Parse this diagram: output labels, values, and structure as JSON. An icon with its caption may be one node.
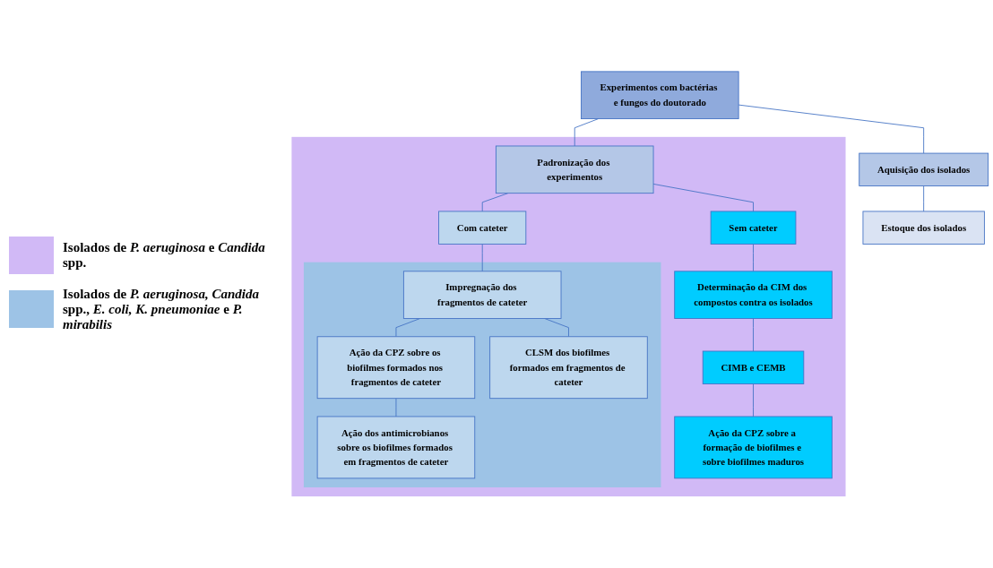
{
  "diagram": {
    "nodes": [
      {
        "text": [
          "Experimentos com bactérias e fungos do doutorado"
        ]
      },
      {
        "text": [
          "Aquisição dos isolados"
        ]
      },
      {
        "text": [],
        "shape": "box"
      },
      {
        "text": [
          "Padronização dos experimentos"
        ],
        "in": 2
      },
      {
        "text": [
          "Estoque dos isolados"
        ]
      },
      {
        "text": [
          "Sem cateter"
        ],
        "in": 2
      },
      {
        "text": [
          "Com cateter"
        ],
        "in": 2
      },
      {
        "text": [],
        "shape": "box",
        "in": 2
      },
      {
        "text": [
          "Determinação da CIM dos compostos contra os isolados"
        ],
        "in": 2
      },
      {
        "text": [
          "Impregnação dos fragmentos de cateter"
        ],
        "in": 7
      },
      {
        "text": [
          "CIMB e CEMB"
        ],
        "in": 2
      },
      {
        "text": [
          "Ação da CPZ sobre os biofilmes formados nos fragmentos de cateter"
        ],
        "in": 7
      },
      {
        "text": [
          "CLSM dos biofilmes formados em fragmentos de cateter"
        ],
        "in": 7
      },
      {
        "text": [
          "Ação da CPZ sobre a formação de biofilmes e sobre biofilmes maduros"
        ],
        "in": 2
      },
      {
        "text": [
          "Ação dos antimicrobianos sobre os biofilmes formados em fragmentos de cateter"
        ],
        "in": 7
      }
    ],
    "edges": [
      {
        "from": 0,
        "to": 1,
        "arrow": "none"
      },
      {
        "from": 0,
        "to": 3,
        "arrow": "none"
      },
      {
        "from": 1,
        "to": 4,
        "arrow": "none"
      },
      {
        "from": 3,
        "to": 5,
        "arrow": "none"
      },
      {
        "from": 3,
        "to": 6,
        "arrow": "none"
      },
      {
        "from": 5,
        "to": 8,
        "arrow": "none"
      },
      {
        "from": 8,
        "to": 10,
        "arrow": "none"
      },
      {
        "from": 10,
        "to": 13,
        "arrow": "none"
      },
      {
        "from": 6,
        "to": 9,
        "arrow": "none"
      },
      {
        "from": 9,
        "to": 11,
        "arrow": "none"
      },
      {
        "from": 9,
        "to": 12,
        "arrow": "none"
      },
      {
        "from": 11,
        "to": 14,
        "arrow": "none"
      }
    ],
    "legend": [
      {
        "text": "Isolados de *P. aeruginosa* e *Candida* spp.",
        "color": "#d1b9f6"
      },
      {
        "text": "Isolados de *P. aeruginosa, Candida* spp., *E. coli, K. pneumoniae* e *P. mirabilis*",
        "color": "#9dc3e6"
      }
    ]
  }
}
